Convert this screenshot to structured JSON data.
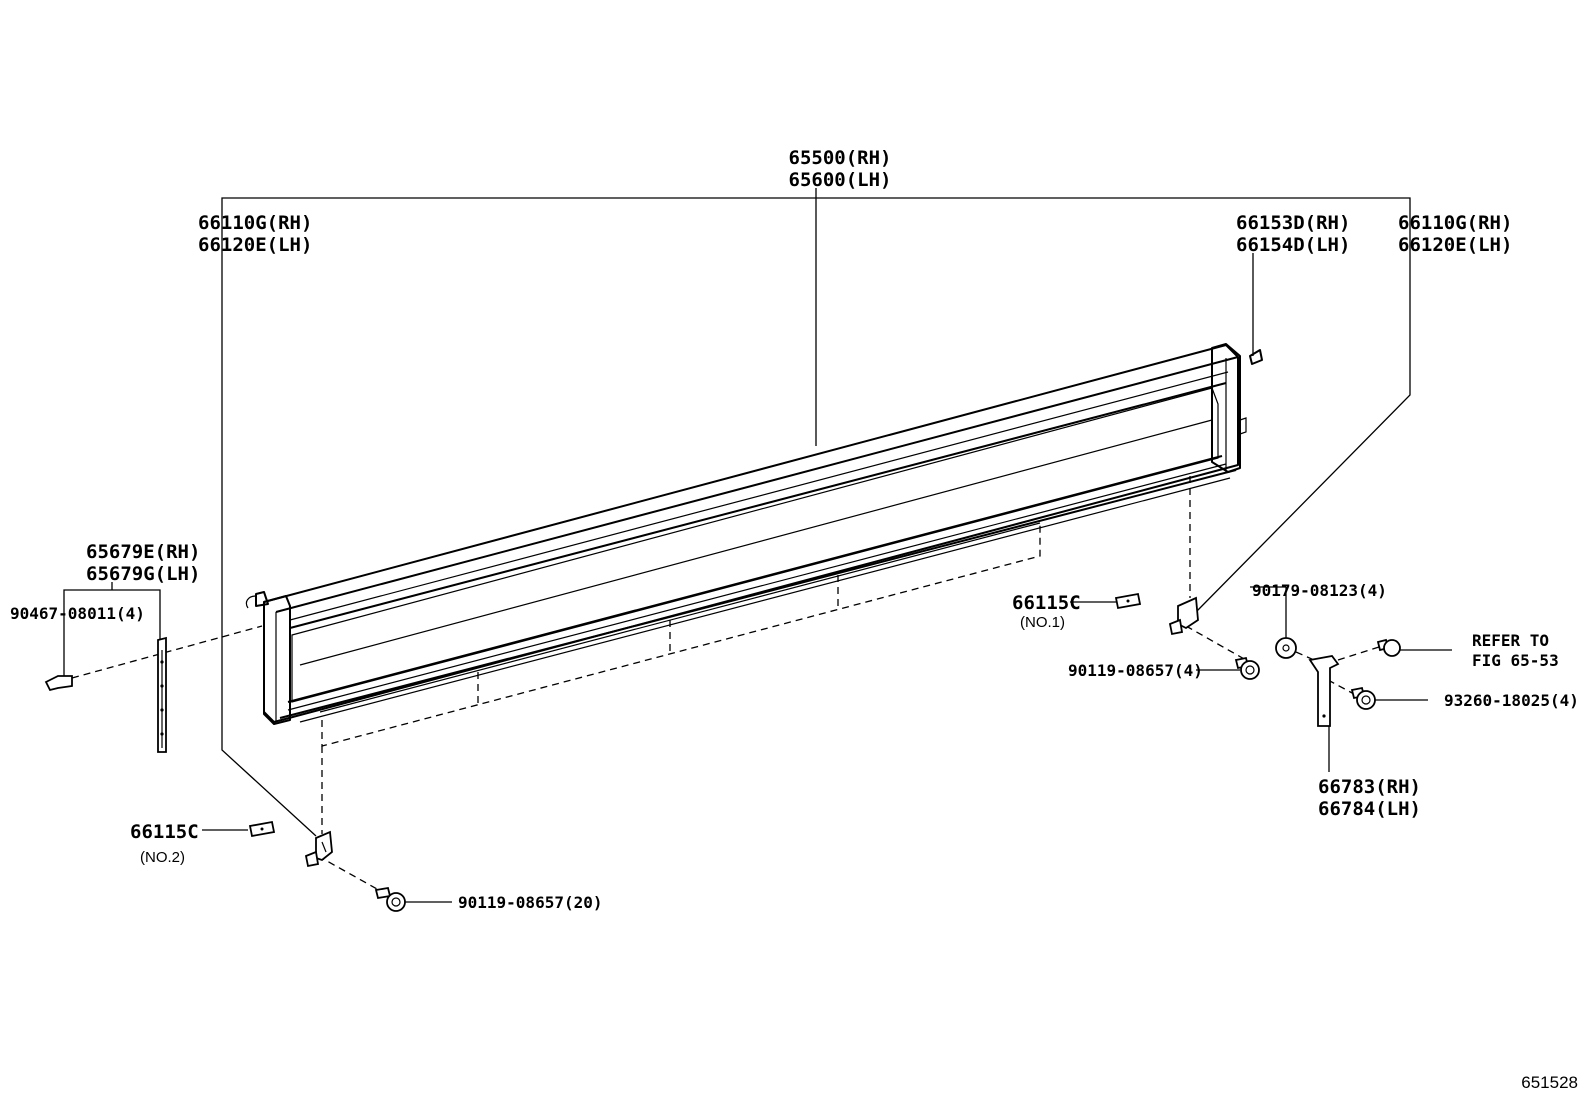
{
  "labels": {
    "panel_assy_rh": "65500(RH)",
    "panel_assy_lh": "65600(LH)",
    "hinge_left_rh": "66110G(RH)",
    "hinge_left_lh": "66120E(LH)",
    "hook_rh": "66153D(RH)",
    "hook_lh": "66154D(LH)",
    "hinge_right_rh": "66110G(RH)",
    "hinge_right_lh": "66120E(LH)",
    "strip_rh": "65679E(RH)",
    "strip_lh": "65679G(LH)",
    "clip": "90467-08011(4)",
    "plate_no1": "66115C",
    "plate_no1_sub": "(NO.1)",
    "plate_no2": "66115C",
    "plate_no2_sub": "(NO.2)",
    "washer": "90179-08123(4)",
    "bolt_right": "90119-08657(4)",
    "bolt_left": "90119-08657(20)",
    "refer_line1": "REFER TO",
    "refer_line2": "FIG 65-53",
    "bolt_stay": "93260-18025(4)",
    "stay_rh": "66783(RH)",
    "stay_lh": "66784(LH)",
    "figure_number": "651528"
  }
}
